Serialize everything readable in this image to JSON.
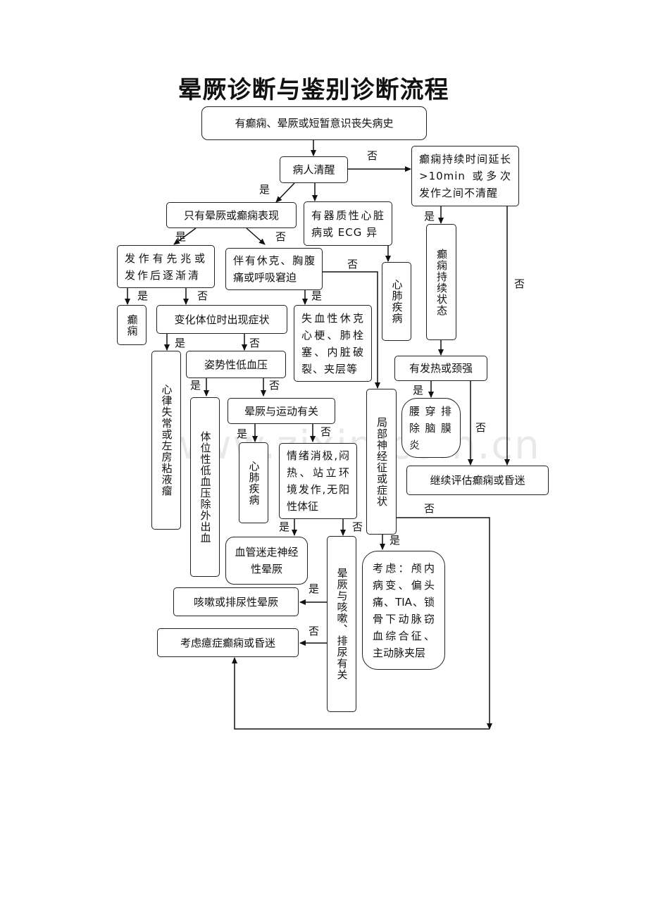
{
  "title": "晕厥诊断与鉴别诊断流程",
  "watermark": "www.zixin.com.cn",
  "nodes": {
    "history": "有癫痫、晕厥或短暂意识丧失病史",
    "conscious": "病人清醒",
    "epi_long": "癫痫持续时间延长>10min 或多次发作之间不清醒",
    "only_syncope": "只有晕厥或癫痫表现",
    "organic_heart": "有器质性心脏病或 ECG 异",
    "status_epi": "癫痫持续状态",
    "prodrome": "发作有先兆或发作后逐渐清",
    "shock": "伴有休克、胸腹痛或呼吸窘迫",
    "cardiopulm1": "心肺疾病",
    "epilepsy": "癫痫",
    "postural_change": "变化体位时出现症状",
    "blood_loss": "失血性休克心梗、肺栓塞、内脏破裂、夹层等",
    "fever": "有发热或颈强",
    "arrhythmia": "心律失常或左房粘液瘤",
    "ortho_hypo": "姿势性低血压",
    "focal_neuro": "局部神经征或症状",
    "lumbar": "腰穿排除脑膜炎",
    "exercise": "晕厥与运动有关",
    "ortho_dx": "体位性低血压除外出血",
    "continue_eval": "继续评估癫痫或昏迷",
    "cardiopulm2": "心肺疾病",
    "emotion": "情绪消极,闷热、站立环境发作,无阳性体征",
    "vasovagal": "血管迷走神经性晕厥",
    "cough": "晕厥与咳嗽、排尿有关",
    "consider": "考虑：颅内病变、偏头痛、TIA、锁骨下动脉窃血综合征、主动脉夹层",
    "situational": "咳嗽或排尿性晕厥",
    "hysteria": "考虑癔症癫痫或昏迷"
  },
  "labels": {
    "yes": "是",
    "no": "否"
  }
}
